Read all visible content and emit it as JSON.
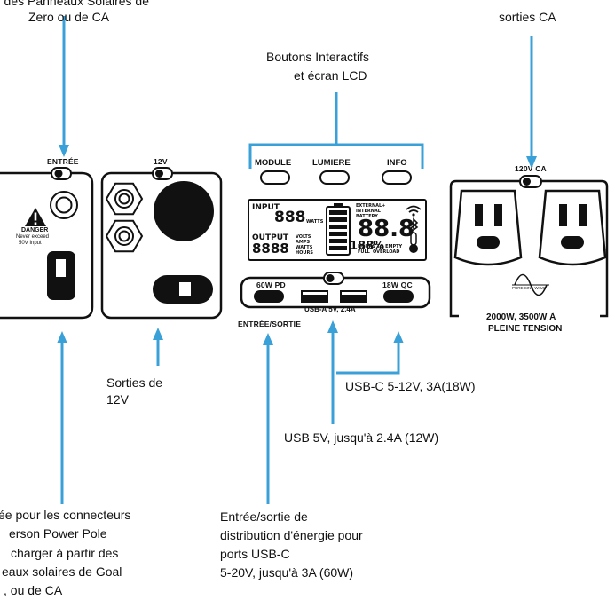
{
  "colors": {
    "arrow": "#3aa0d8",
    "panel": "#111111",
    "background": "#ffffff"
  },
  "callouts": {
    "top_left_line1": "r des Panneaux Solaires de",
    "top_left_line2": "Zero ou de CA",
    "top_right": "sorties CA",
    "buttons_line1": "Boutons Interactifs",
    "buttons_line2": "et écran LCD",
    "outputs12_line1": "Sorties de",
    "outputs12_line2": "12V",
    "usbc": "USB-C 5-12V, 3A(18W)",
    "usba": "USB 5V, jusqu'à 2.4A (12W)",
    "input_line1": "ée pour les connecteurs",
    "input_line2": "erson Power Pole",
    "input_line3": "charger à partir des",
    "input_line4": "eaux solaires de Goal",
    "input_line5": ", ou de CA",
    "pd_line1": "Entrée/sortie de",
    "pd_line2": "distribution d'énergie pour",
    "pd_line3": "ports USB-C",
    "pd_line4": "5-20V, jusqu'à 3A (60W)"
  },
  "panel_entree": {
    "title": "ENTRÉE",
    "danger_title": "DANGER",
    "danger_line1": "Never exceed",
    "danger_line2": "50V  Input"
  },
  "panel_12v": {
    "title": "12V"
  },
  "panel_center": {
    "buttons": {
      "module": "MODULE",
      "lumiere": "LUMIERE",
      "info": "INFO"
    },
    "lcd": {
      "input": "INPUT",
      "input_value": "888",
      "watts": "WATTS",
      "output": "OUTPUT",
      "output_value": "8888",
      "volts": "VOLTS",
      "amps": "AMPS",
      "watts2": "WATTS",
      "hours": "HOURS",
      "percent_value": "188",
      "percent": "%",
      "ext_line1": "EXTERNAL+",
      "ext_line2": "INTERNAL",
      "ext_line3": "BATTERY",
      "big_value": "88.8",
      "hours_to_empty": "HOURS TO EMPTY",
      "full": "FULL",
      "overload": "OVERLOAD"
    },
    "port_60w": "60W PD",
    "port_18w": "18W QC",
    "usba_label": "USB-A 5V, 2.4A",
    "entree_sortie": "ENTRÉE/SORTIE"
  },
  "panel_ac": {
    "title": "120V CA",
    "wave_label": "PURE SINE WAVE",
    "rating_line1": "2000W, 3500W À",
    "rating_line2": "PLEINE TENSION"
  }
}
